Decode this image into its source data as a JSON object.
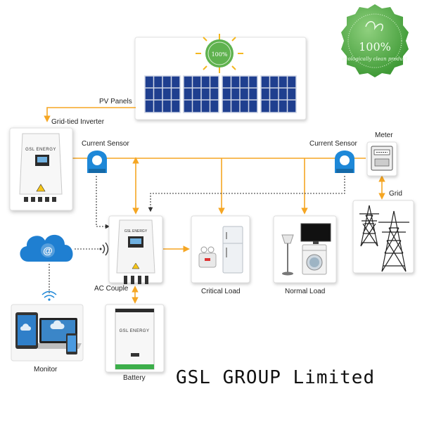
{
  "labels": {
    "pv_panels": "PV Panels",
    "grid_tied_inverter": "Grid-tied Inverter",
    "current_sensor_left": "Current Sensor",
    "current_sensor_right": "Current Sensor",
    "meter": "Meter",
    "grid": "Grid",
    "ac_couple": "AC Couple",
    "critical_load": "Critical Load",
    "normal_load": "Normal Load",
    "battery": "Battery",
    "monitor": "Monitor"
  },
  "badge": {
    "percent": "100%",
    "tagline": "ecologically clean product"
  },
  "device_text": {
    "inverter_brand": "GSL ENERGY",
    "battery_brand": "GSL ENERGY",
    "cloud_symbol": "@"
  },
  "brand": {
    "company": "GSL GROUP Limited"
  },
  "colors": {
    "power_line": "#f5a623",
    "data_line": "#333333",
    "cloud": "#1f7fd1",
    "sensor": "#1e88d8",
    "panel": "#1f3f8f",
    "badge": "#5fb24f",
    "battery_accent": "#3cae4a"
  },
  "icons": [
    "sun-badge-icon",
    "wifi-icon",
    "cloud-icon",
    "current-sensor-icon",
    "meter-icon",
    "pylon-icon",
    "fridge-icon",
    "tv-icon",
    "washer-icon",
    "lamp-icon"
  ]
}
